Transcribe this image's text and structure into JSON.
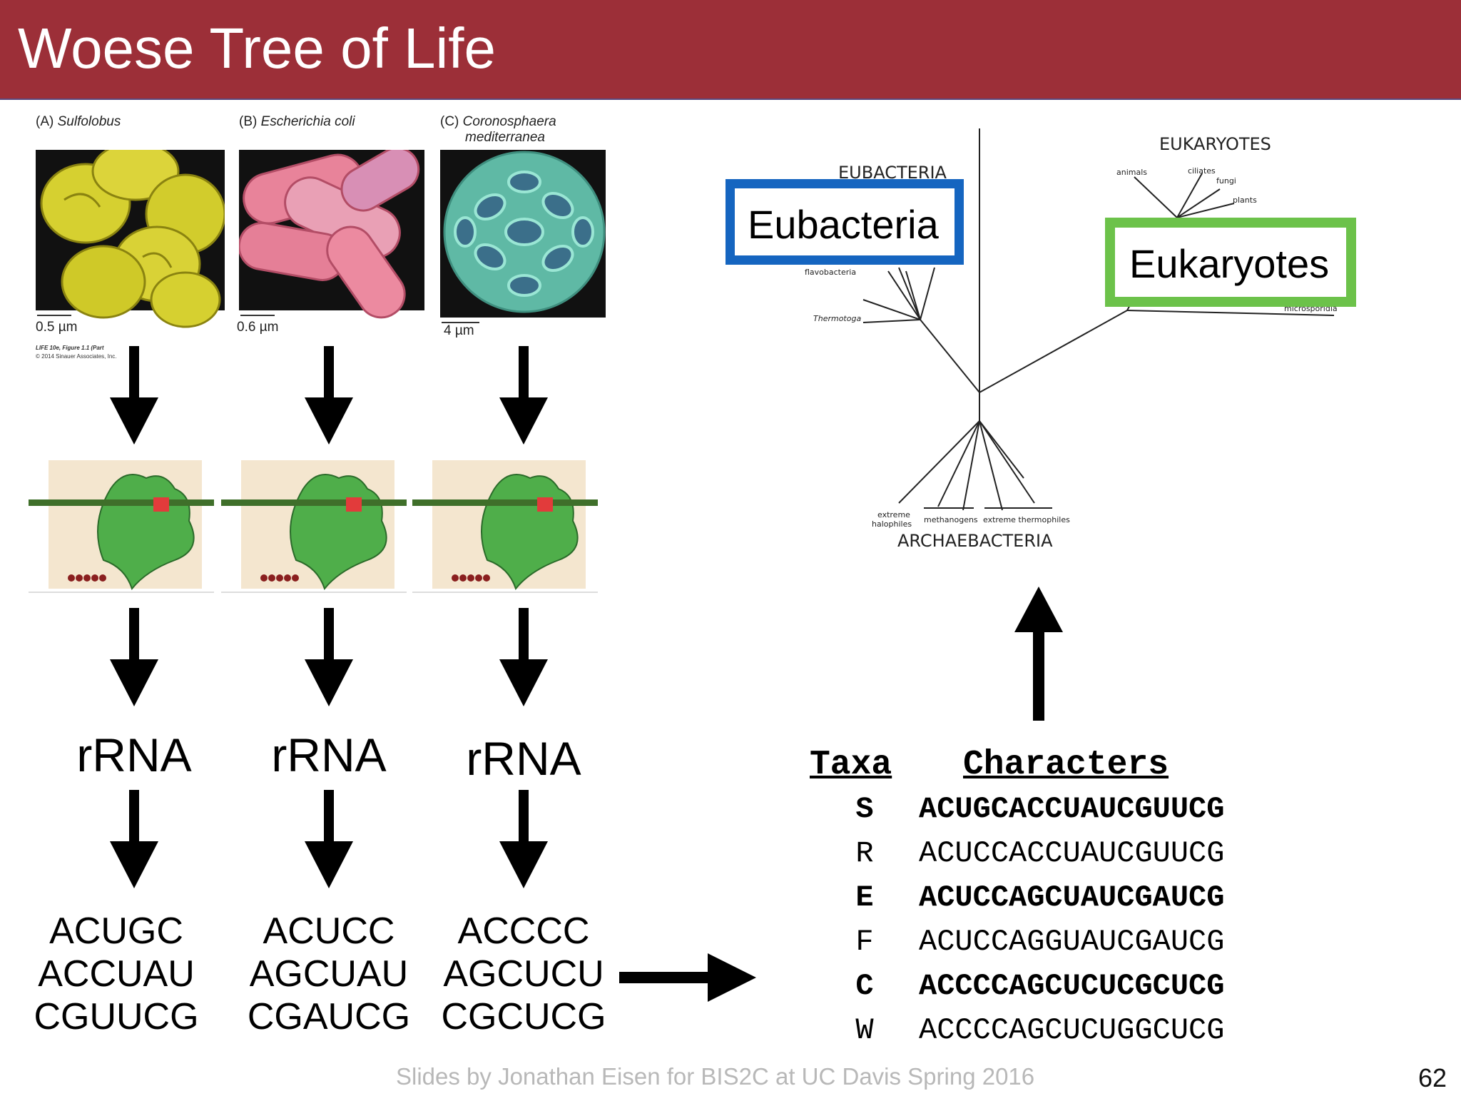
{
  "slide": {
    "title": "Woese Tree of Life",
    "footer": "Slides by Jonathan Eisen for BIS2C at UC Davis Spring 2016",
    "page_number": "62"
  },
  "figure": {
    "panels": [
      {
        "letter": "(A)",
        "organism": "Sulfolobus",
        "scale": "0.5 µm",
        "color": "#d6d030"
      },
      {
        "letter": "(B)",
        "organism": "Escherichia coli",
        "scale": "0.6 µm",
        "color": "#e8839a"
      },
      {
        "letter": "(C)",
        "organism": "Coronosphaera",
        "organism_line2": "mediterranea",
        "scale": "4 µm",
        "color": "#6cc6b0"
      }
    ],
    "credit_line1": "LIFE 10e, Figure 1.1 (Part",
    "credit_line2": "© 2014 Sinauer Associates, Inc."
  },
  "columns": [
    {
      "rrna": "rRNA",
      "seq": [
        "ACUGC",
        "ACCUAU",
        "CGUUCG"
      ]
    },
    {
      "rrna": "rRNA",
      "seq": [
        "ACUCC",
        "AGCUAU",
        "CGAUCG"
      ]
    },
    {
      "rrna": "rRNA",
      "seq": [
        "ACCCC",
        "AGCUCU",
        "CGCUCG"
      ]
    }
  ],
  "alignment": {
    "taxa_header": "Taxa",
    "characters_header": "Characters",
    "rows": [
      {
        "taxon": "S",
        "chars": "ACUGCACCUAUCGUUCG",
        "bold": true
      },
      {
        "taxon": "R",
        "chars": "ACUCCACCUAUCGUUCG",
        "bold": false
      },
      {
        "taxon": "E",
        "chars": "ACUCCAGCUAUCGAUCG",
        "bold": true
      },
      {
        "taxon": "F",
        "chars": "ACUCCAGGUAUCGAUCG",
        "bold": false
      },
      {
        "taxon": "C",
        "chars": "ACCCCAGCUCUCGCUCG",
        "bold": true
      },
      {
        "taxon": "W",
        "chars": "ACCCCAGCUCUGGCUCG",
        "bold": false
      }
    ]
  },
  "tree": {
    "eukaryotes_header": "EUKARYOTES",
    "eubacteria_header": "EUBACTERIA",
    "archaebacteria": "ARCHAEBACTERIA",
    "labels": {
      "animals": "animals",
      "ciliates": "ciliates",
      "fungi": "fungi",
      "plants": "plants",
      "microsporidia": "microsporidia",
      "flavobacteria": "flavobacteria",
      "thermotoga": "Thermotoga",
      "extreme": "extreme",
      "halophiles": "halophiles",
      "methanogens": "methanogens",
      "extreme_thermophiles": "extreme thermophiles"
    },
    "highlights": [
      {
        "label": "Eubacteria",
        "color": "#1565c0"
      },
      {
        "label": "Eukaryotes",
        "color": "#6cc24a"
      }
    ]
  }
}
